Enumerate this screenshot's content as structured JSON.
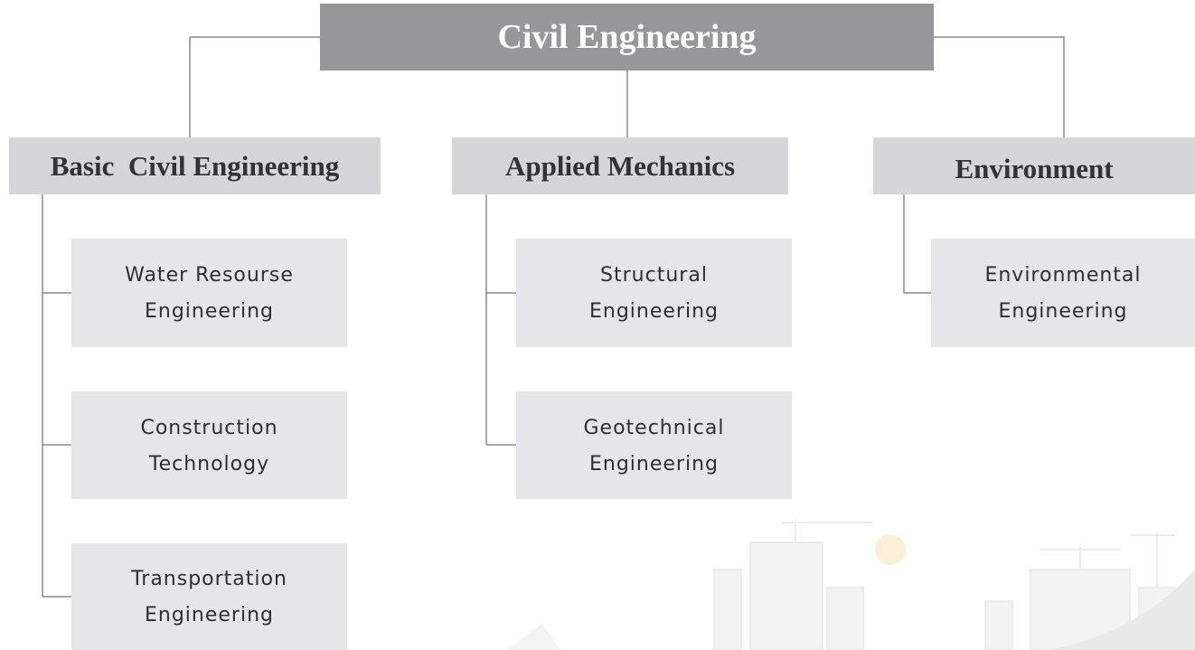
{
  "root": {
    "title": "Civil Engineering"
  },
  "categories": [
    {
      "label": "Basic  Civil Engineering",
      "children": [
        {
          "line1": "Water Resourse",
          "line2": "Engineering"
        },
        {
          "line1": "Construction",
          "line2": "Technology"
        },
        {
          "line1": "Transportation",
          "line2": "Engineering"
        }
      ]
    },
    {
      "label": "Applied Mechanics",
      "children": [
        {
          "line1": "Structural",
          "line2": "Engineering"
        },
        {
          "line1": "Geotechnical",
          "line2": "Engineering"
        }
      ]
    },
    {
      "label": "Environment",
      "children": [
        {
          "line1": "Environmental",
          "line2": "Engineering"
        }
      ]
    }
  ],
  "colors": {
    "root_fill": "#97979a",
    "category_fill": "#d6d6d8",
    "subcategory_fill": "#e6e6e8",
    "connector": "#8a8a8a"
  }
}
